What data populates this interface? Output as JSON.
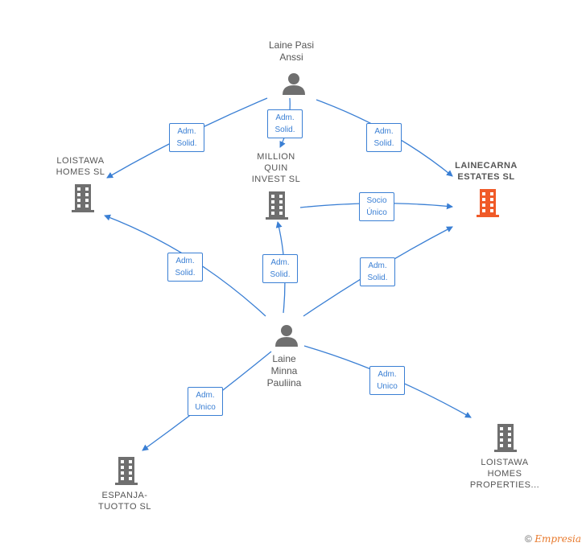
{
  "nodes": {
    "laine_pasi": {
      "lines": [
        "Laine Pasi",
        "Anssi"
      ]
    },
    "laine_minna": {
      "lines": [
        "Laine",
        "Minna",
        "Pauliina"
      ]
    },
    "loistawa_homes": {
      "lines": [
        "LOISTAWA",
        "HOMES  SL"
      ]
    },
    "million_quin": {
      "lines": [
        "MILLION",
        "QUIN",
        "INVEST  SL"
      ]
    },
    "lainecarna": {
      "lines": [
        "LAINECARNA",
        "ESTATES  SL"
      ]
    },
    "espanja": {
      "lines": [
        "ESPANJA-",
        "TUOTTO  SL"
      ]
    },
    "loistawa_props": {
      "lines": [
        "LOISTAWA",
        "HOMES",
        "PROPERTIES..."
      ]
    }
  },
  "edges": [
    {
      "id": "pasi-loistawa",
      "lines": [
        "Adm.",
        "Solid."
      ]
    },
    {
      "id": "pasi-million",
      "lines": [
        "Adm.",
        "Solid."
      ]
    },
    {
      "id": "pasi-lainecarna",
      "lines": [
        "Adm.",
        "Solid."
      ]
    },
    {
      "id": "million-lainecarna",
      "lines": [
        "Socio",
        "Único"
      ]
    },
    {
      "id": "minna-loistawa",
      "lines": [
        "Adm.",
        "Solid."
      ]
    },
    {
      "id": "minna-million",
      "lines": [
        "Adm.",
        "Solid."
      ]
    },
    {
      "id": "minna-lainecarna",
      "lines": [
        "Adm.",
        "Solid."
      ]
    },
    {
      "id": "minna-espanja",
      "lines": [
        "Adm.",
        "Unico"
      ]
    },
    {
      "id": "minna-props",
      "lines": [
        "Adm.",
        "Unico"
      ]
    }
  ],
  "colors": {
    "edge": "#3a7fd4",
    "company": "#6f6f6f",
    "highlight": "#f05a28",
    "person": "#6f6f6f"
  },
  "footer": {
    "copyright": "©",
    "brand": "Empresia"
  }
}
